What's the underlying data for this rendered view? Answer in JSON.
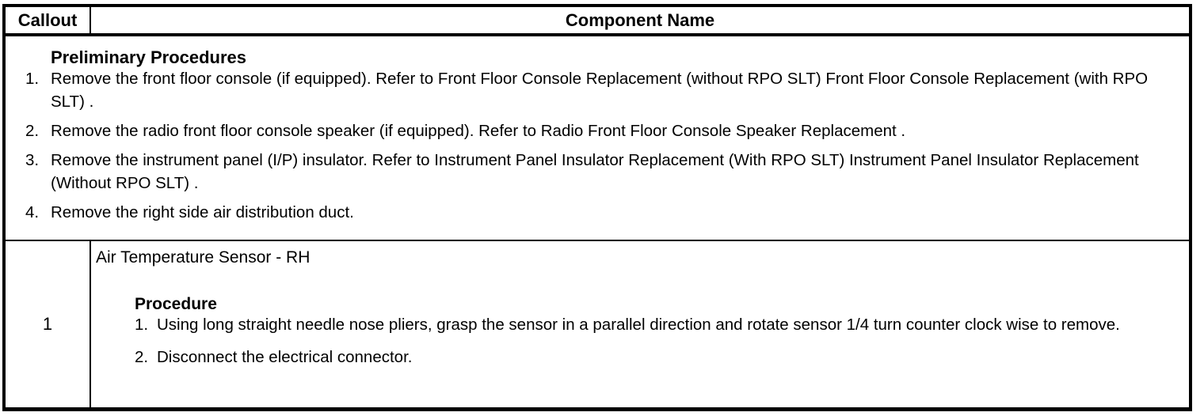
{
  "ui_colors": {
    "text": "#000000",
    "border": "#000000",
    "background": "#ffffff"
  },
  "table": {
    "header": {
      "callout": "Callout",
      "component": "Component Name"
    },
    "preliminary": {
      "title": "Preliminary Procedures",
      "steps": [
        {
          "num": "1.",
          "text": "Remove the front floor console (if equipped). Refer to Front Floor Console Replacement (without RPO SLT) Front Floor Console Replacement (with RPO SLT) ."
        },
        {
          "num": "2.",
          "text": "Remove the radio front floor console speaker (if equipped). Refer to Radio Front Floor Console Speaker Replacement ."
        },
        {
          "num": "3.",
          "text": "Remove the instrument panel (I/P) insulator. Refer to Instrument Panel Insulator Replacement (With RPO SLT) Instrument Panel Insulator Replacement (Without RPO SLT) ."
        },
        {
          "num": "4.",
          "text": "Remove the right side air distribution duct."
        }
      ]
    },
    "rows": [
      {
        "callout": "1",
        "component_name": "Air Temperature Sensor - RH",
        "procedure_title": "Procedure",
        "steps": [
          {
            "num": "1.",
            "text": "Using long straight needle nose pliers, grasp the sensor in a parallel direction and rotate sensor 1/4 turn counter clock wise to remove."
          },
          {
            "num": "2.",
            "text": "Disconnect the electrical connector."
          }
        ]
      }
    ]
  }
}
